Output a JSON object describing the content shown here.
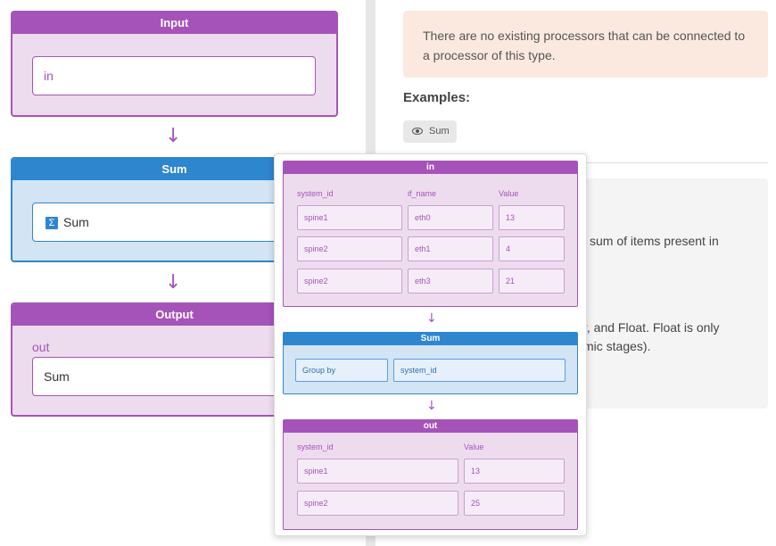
{
  "pipeline": {
    "input": {
      "title": "Input",
      "value": "in"
    },
    "sum": {
      "title": "Sum",
      "processor_icon": "Σ",
      "processor_label": "Sum"
    },
    "output": {
      "title": "Output",
      "label": "out",
      "value": "Sum"
    },
    "arrow_glyph": "↓"
  },
  "notice": "There are no existing processors that can be connected to a processor of this type.",
  "examples": {
    "title": "Examples:",
    "chip_icon": "eye-icon",
    "chip_label": "Sum"
  },
  "description": {
    "line1": "sum of items present in",
    "line2": "r, and Float. Float is only",
    "line3": "mic stages)."
  },
  "preview": {
    "in_table": {
      "title": "in",
      "columns": [
        "system_id",
        "if_name",
        "Value"
      ],
      "rows": [
        [
          "spine1",
          "eth0",
          "13"
        ],
        [
          "spine2",
          "eth1",
          "4"
        ],
        [
          "spine2",
          "eth3",
          "21"
        ]
      ]
    },
    "sum_stage": {
      "title": "Sum",
      "group_by_label": "Group by",
      "group_by_value": "system_id"
    },
    "out_table": {
      "title": "out",
      "columns": [
        "system_id",
        "Value"
      ],
      "rows": [
        [
          "spine1",
          "13"
        ],
        [
          "spine2",
          "25"
        ]
      ]
    }
  },
  "colors": {
    "purple": "#a653b9",
    "blue": "#2e86cf",
    "notice_bg": "#fbe9df"
  }
}
